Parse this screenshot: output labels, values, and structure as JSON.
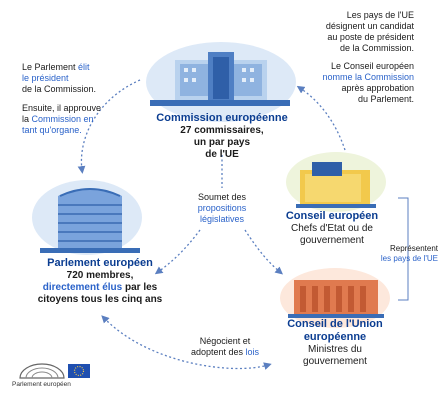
{
  "top_left": {
    "line1": "Le Parlement",
    "line1_link": "élit",
    "line2_link": "le président",
    "line3": "de la Commission.",
    "line4": "Ensuite, il approuve",
    "line5": "la",
    "line5_link": "Commission en",
    "line6_link": "tant qu'organe."
  },
  "top_right": {
    "l1": "Les pays de l'UE",
    "l2": "désignent un candidat",
    "l3": "au poste de président",
    "l4": "de la Commission.",
    "l5": "Le  Conseil européen",
    "l6_link": "nomme la Commission",
    "l7": "après approbation",
    "l8": "du Parlement."
  },
  "commission": {
    "title": "Commission européenne",
    "l1": "27 commissaires,",
    "l2": "un par pays",
    "l3": "de l'UE"
  },
  "center": {
    "l1": "Soumet des",
    "l2_link": "propositions",
    "l3_link": "législatives"
  },
  "conseil_europeen": {
    "title": "Conseil européen",
    "l1": "Chefs d'Etat ou de",
    "l2": "gouvernement"
  },
  "represent": {
    "l1": "Représentent",
    "l2_link": "les pays de l'UE"
  },
  "parlement": {
    "title": "Parlement européen",
    "l1": "720 membres,",
    "l2_link": "directement élus",
    "l2_rest": " par les",
    "l3": "citoyens tous les cinq ans"
  },
  "conseil_ue": {
    "title1": "Conseil de l'Union",
    "title2": "européenne",
    "l1": "Ministres du",
    "l2": "gouvernement"
  },
  "bottom": {
    "l1": "Négocient  et",
    "l2": "adoptent des",
    "l2_link": "lois"
  },
  "logo": {
    "text": "Parlement européen"
  },
  "colors": {
    "title_blue": "#0b3d91",
    "link_blue": "#2a62c9",
    "arrow": "#5b7fc0"
  }
}
